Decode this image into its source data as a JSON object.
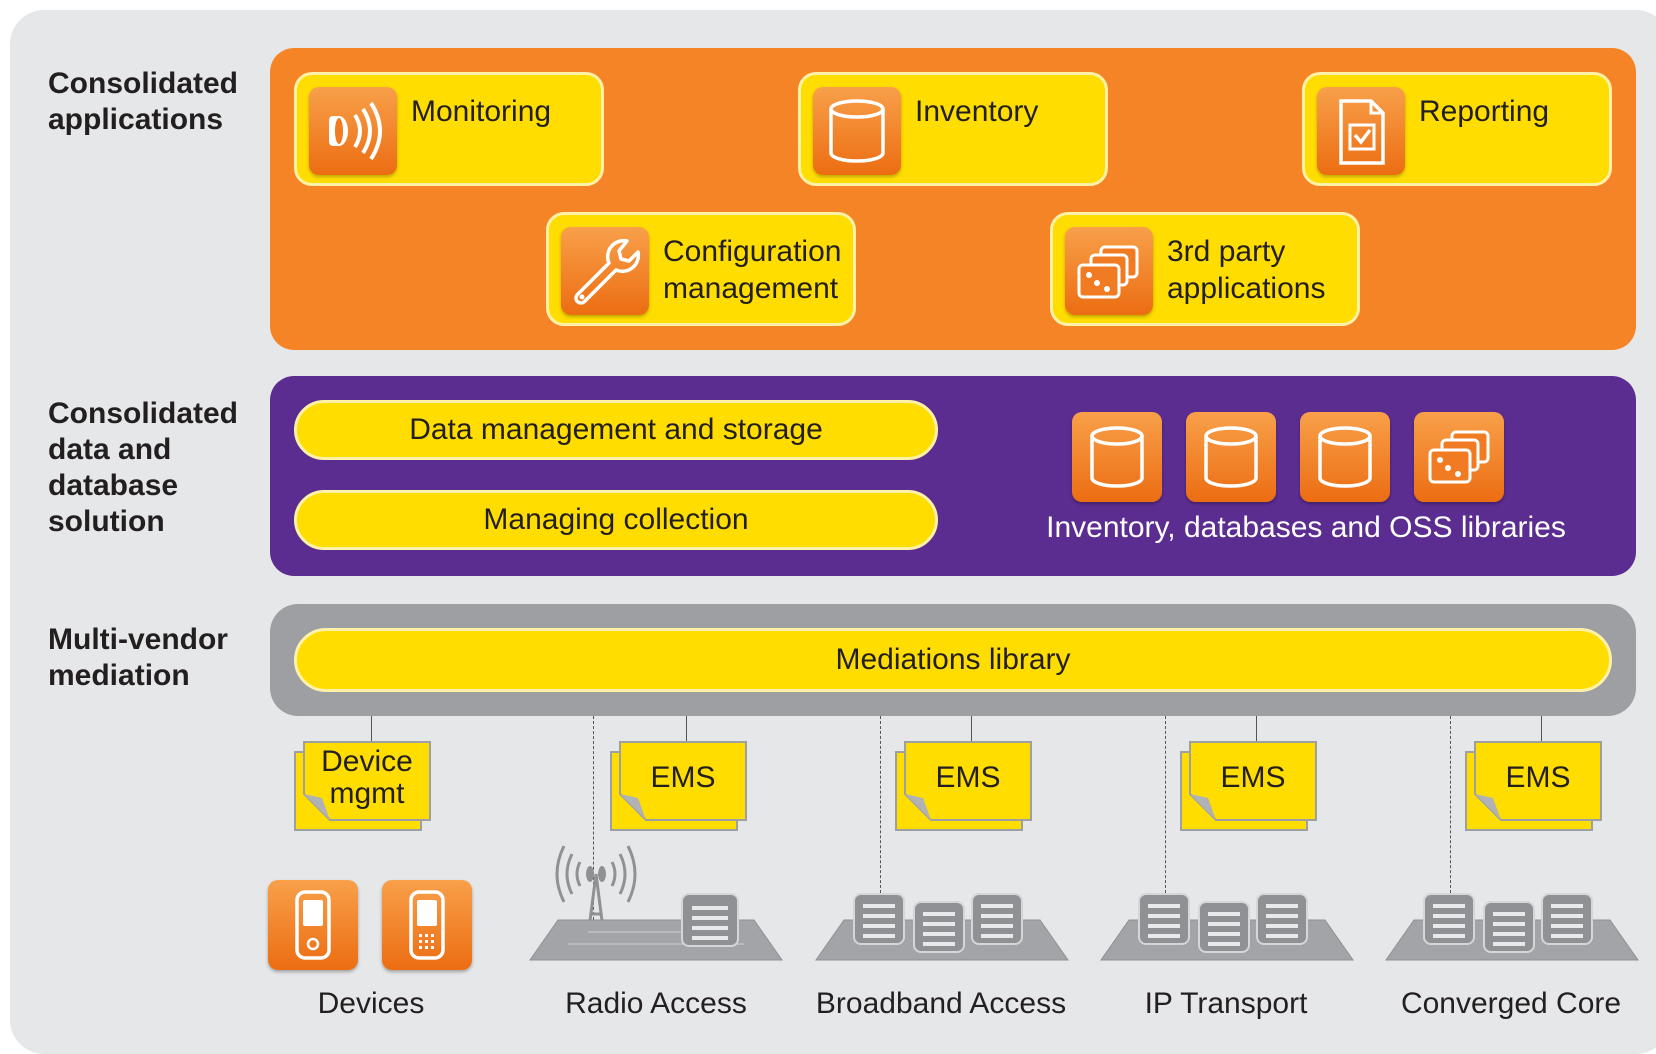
{
  "layers": {
    "applications": {
      "label": "Consolidated\napplications",
      "label_lines": [
        "Consolidated",
        "applications"
      ],
      "apps": [
        {
          "label": "Monitoring",
          "icon": "speaker-icon"
        },
        {
          "label": "Inventory",
          "icon": "database-icon"
        },
        {
          "label": "Reporting",
          "icon": "report-icon"
        },
        {
          "label": "Configuration\nmanagement",
          "icon": "wrench-icon"
        },
        {
          "label": "3rd party\napplications",
          "icon": "stacked-cards-icon"
        }
      ]
    },
    "data": {
      "label_lines": [
        "Consolidated",
        "data and",
        "database",
        "solution"
      ],
      "bars": [
        "Data management and storage",
        "Managing collection"
      ],
      "caption": "Inventory, databases and OSS libraries",
      "icons": [
        "database-icon",
        "database-icon",
        "database-icon",
        "stacked-cards-icon"
      ]
    },
    "mediation": {
      "label_lines": [
        "Multi-vendor",
        "mediation"
      ],
      "bar": "Mediations library"
    }
  },
  "elements": [
    {
      "ems": "Device\nmgmt",
      "label": "Devices"
    },
    {
      "ems": "EMS",
      "label": "Radio Access"
    },
    {
      "ems": "EMS",
      "label": "Broadband Access"
    },
    {
      "ems": "EMS",
      "label": "IP Transport"
    },
    {
      "ems": "EMS",
      "label": "Converged Core"
    }
  ],
  "colors": {
    "background": "#e6e7e9",
    "applications_layer": "#f58427",
    "data_layer": "#5c2d91",
    "mediation_layer": "#9d9fa2",
    "highlight": "#ffdd00",
    "icon_orange": "#ec6d12",
    "network_gray": "#8f9194"
  }
}
